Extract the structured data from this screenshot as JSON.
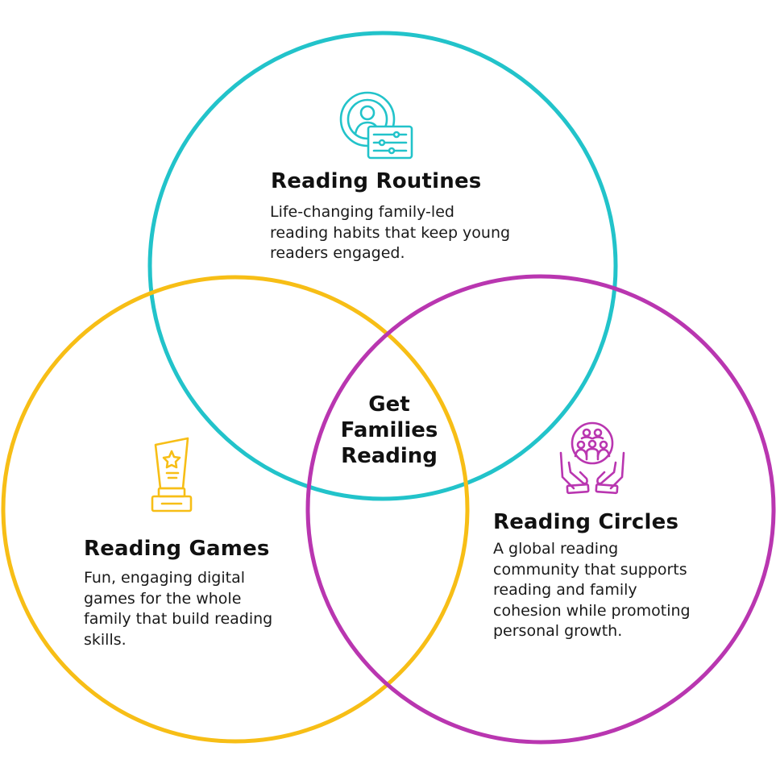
{
  "colors": {
    "routines": "#22C3CA",
    "games": "#F7BE16",
    "circles": "#B936B0",
    "text": "#111111"
  },
  "center": {
    "line1": "Get",
    "line2": "Families",
    "line3": "Reading"
  },
  "routines": {
    "icon": "user-settings-icon",
    "title": "Reading Routines",
    "lines": [
      "Life-changing family-led",
      "reading habits that keep young",
      "readers engaged."
    ]
  },
  "games": {
    "icon": "trophy-icon",
    "title": "Reading Games",
    "lines": [
      "Fun, engaging digital",
      "games for the whole",
      "family that build reading",
      "skills."
    ]
  },
  "circles": {
    "icon": "community-hands-icon",
    "title": "Reading Circles",
    "lines": [
      "A global reading",
      "community that supports",
      "reading and family",
      "cohesion while promoting",
      "personal growth."
    ]
  }
}
